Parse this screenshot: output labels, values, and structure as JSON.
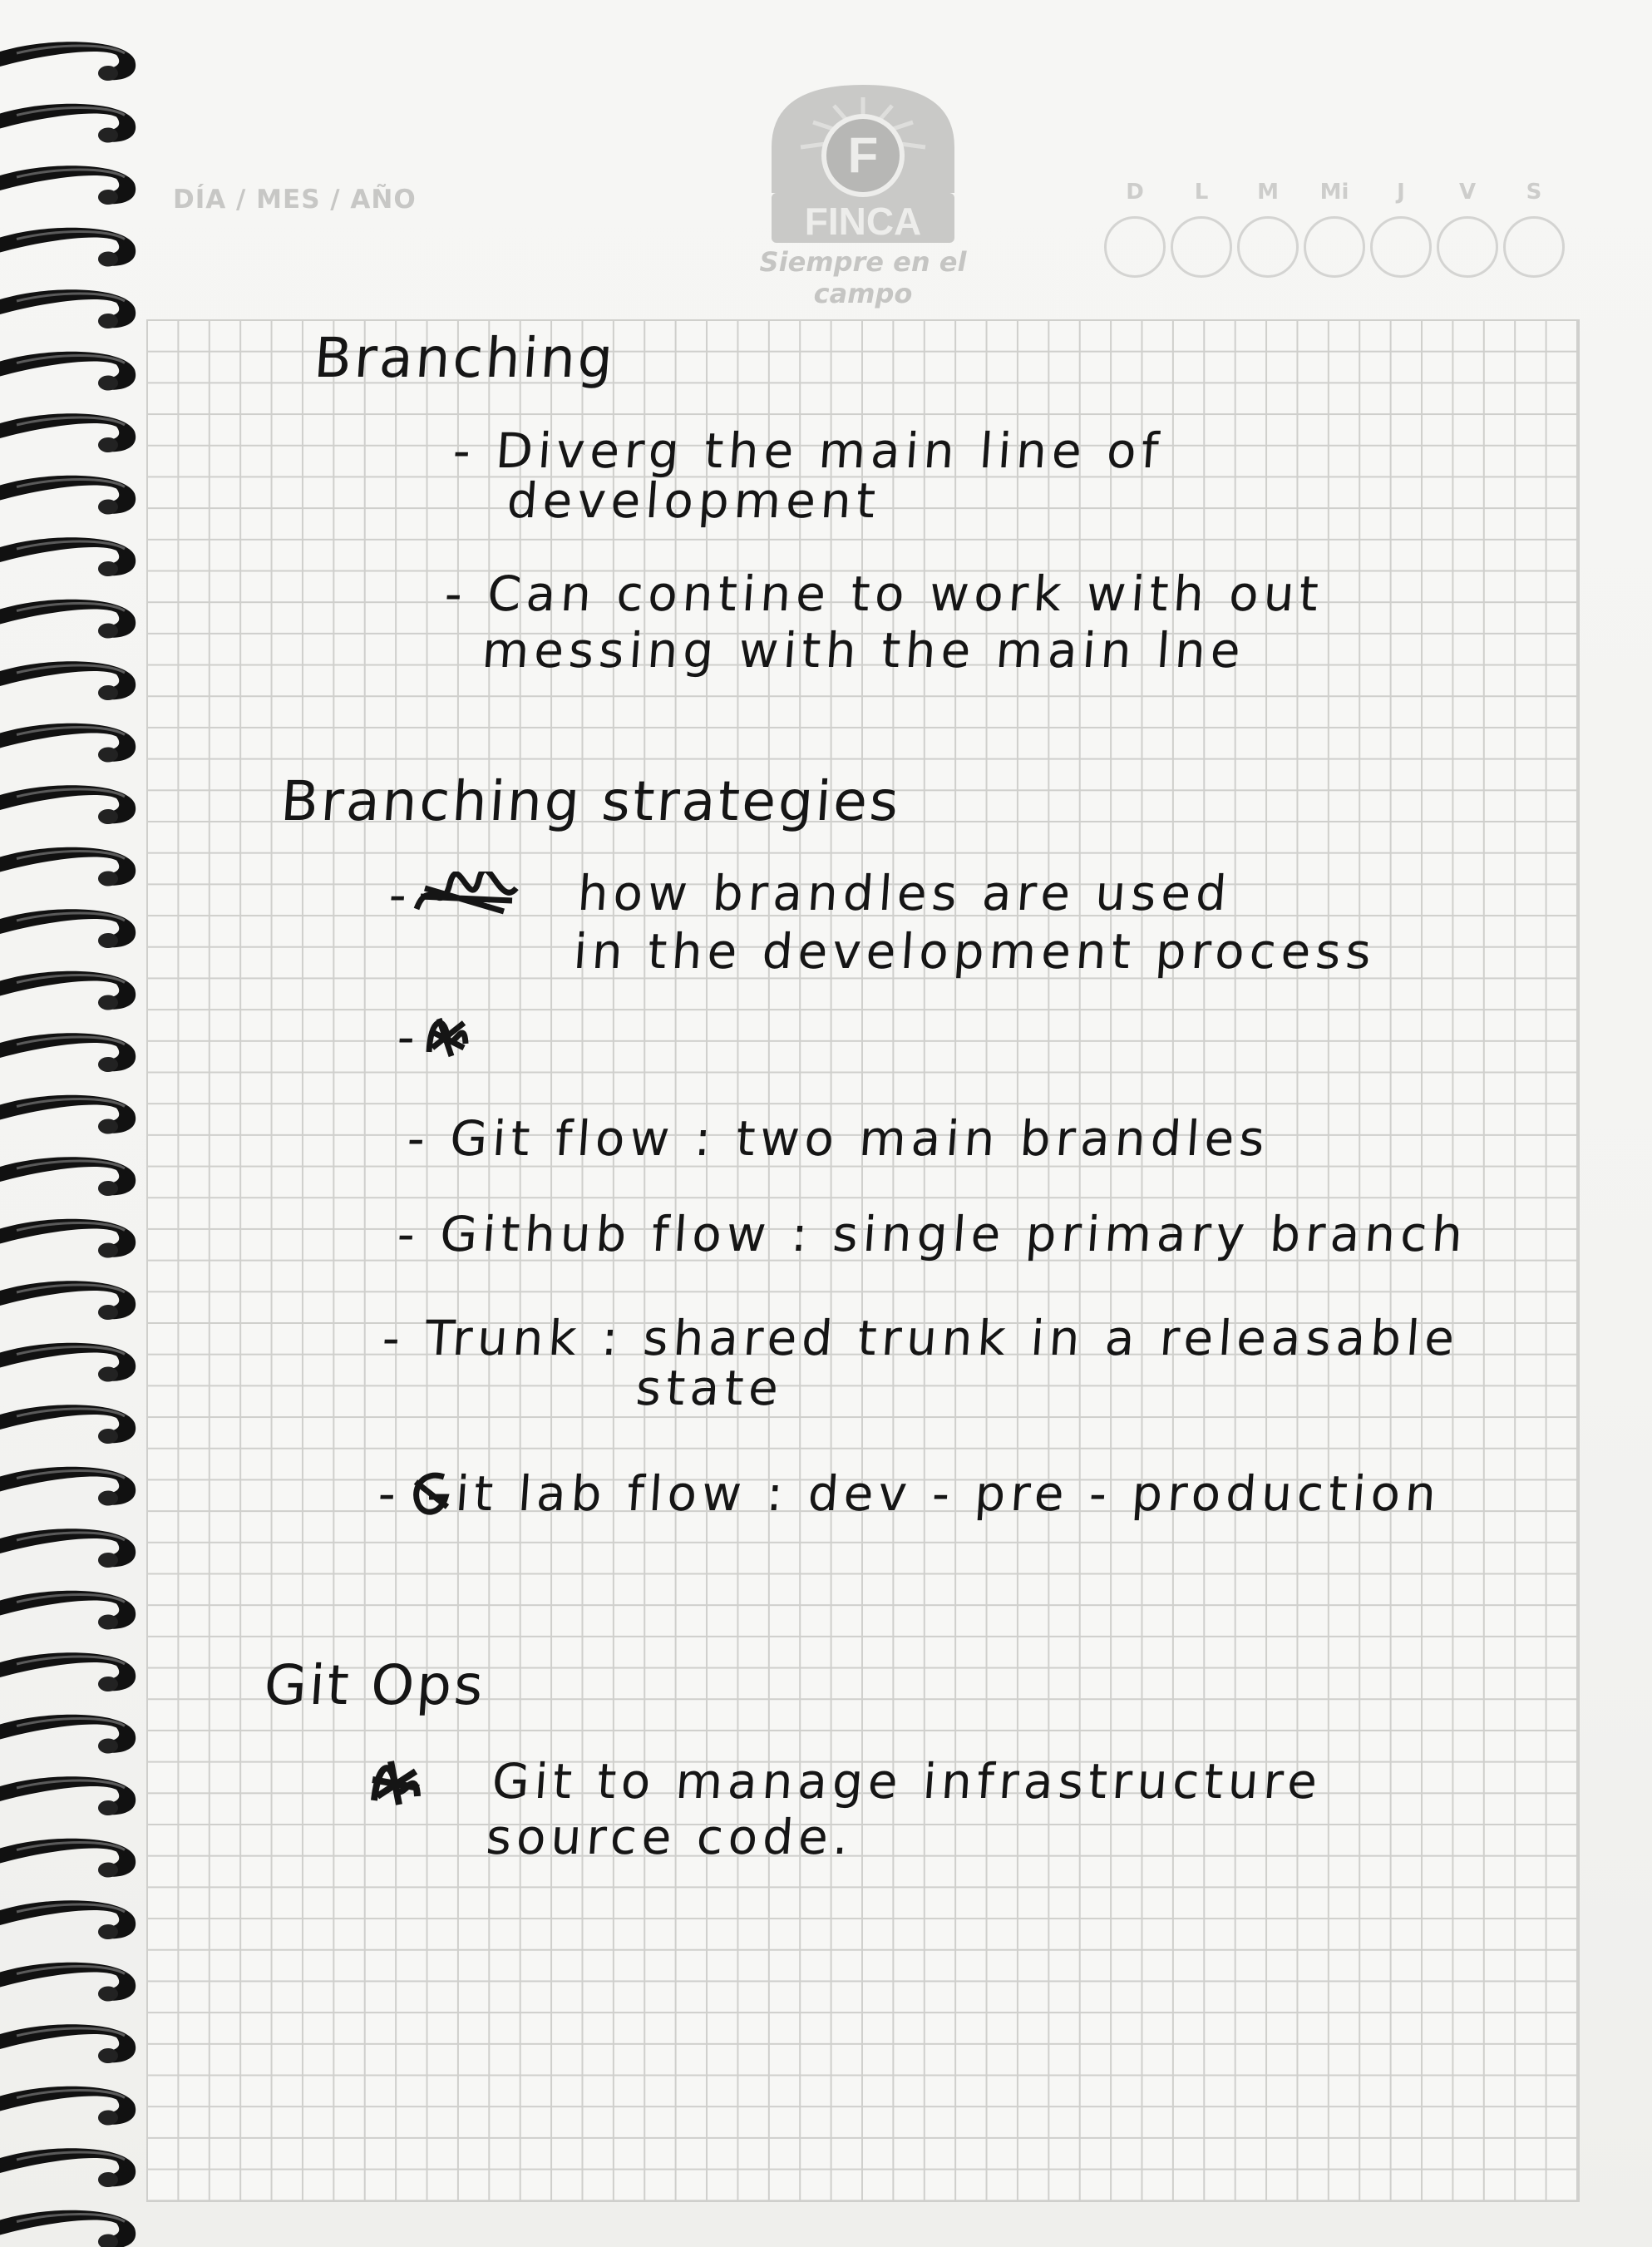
{
  "notebook": {
    "header": {
      "date_label": "DÍA / MES / AÑO",
      "logo_letter": "F",
      "logo_text": "FINCA",
      "tagline": "Siempre en el campo",
      "day_letters": [
        "D",
        "L",
        "M",
        "Mi",
        "J",
        "V",
        "S"
      ]
    }
  },
  "notes": {
    "branching_title": "Branching",
    "branching_line1": "- Diverg the main line of",
    "branching_line2": "development",
    "branching_line3": "- Can contine to work with out",
    "branching_line4": "messing with the main lne",
    "strategies_title": "Branching strategies",
    "strategies_line1": "how brandles are used",
    "strategies_line2": "in the development process",
    "gitflow": "- Git flow : two main brandles",
    "githubflow": "- Github flow : single primary branch",
    "trunk_line1": "- Trunk : shared trunk in a releasable",
    "trunk_line2": "state",
    "gitlabflow_prefix": "-",
    "gitlabflow": "it lab flow : dev - pre - production",
    "gitops_title": "Git Ops",
    "gitops_line1": "Git to manage infrastructure",
    "gitops_line2": "source code."
  }
}
